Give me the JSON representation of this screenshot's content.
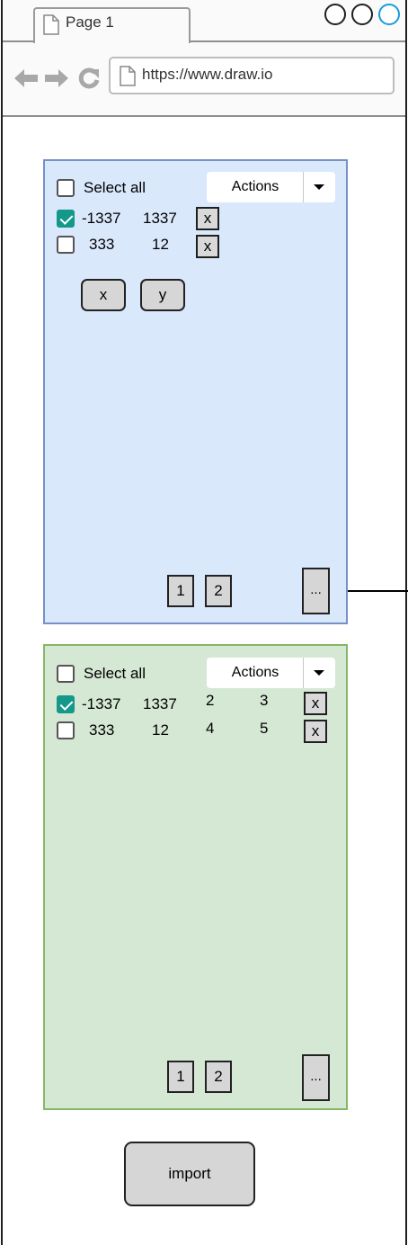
{
  "browser": {
    "tab_title": "Page 1",
    "url": "https://www.draw.io",
    "nav_icons": [
      "back-arrow-icon",
      "forward-arrow-icon",
      "reload-icon"
    ]
  },
  "panel1": {
    "select_all_label": "Select all",
    "actions_label": "Actions",
    "rows": [
      {
        "checked": true,
        "a": "-1337",
        "b": "1337",
        "remove_label": "x"
      },
      {
        "checked": false,
        "a": "333",
        "b": "12",
        "remove_label": "x"
      }
    ],
    "x_button_label": "x",
    "y_button_label": "y",
    "pages": [
      "1",
      "2"
    ],
    "more_label": "..."
  },
  "panel2": {
    "select_all_label": "Select all",
    "actions_label": "Actions",
    "rows": [
      {
        "checked": true,
        "a": "-1337",
        "b": "1337",
        "c": "2",
        "d": "3",
        "remove_label": "x"
      },
      {
        "checked": false,
        "a": "333",
        "b": "12",
        "c": "4",
        "d": "5",
        "remove_label": "x"
      }
    ],
    "pages": [
      "1",
      "2"
    ],
    "more_label": "..."
  },
  "import_label": "import",
  "colors": {
    "panel1_bg": "#dae8fc",
    "panel1_border": "#7592c4",
    "panel2_bg": "#d5e8d4",
    "panel2_border": "#85b866",
    "checkbox_checked": "#13988a",
    "active_circle": "#1a9ae0"
  }
}
